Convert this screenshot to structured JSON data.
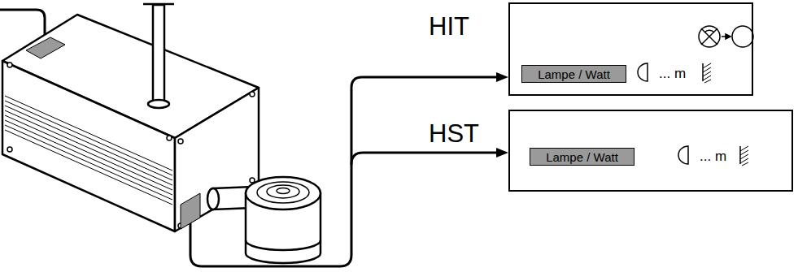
{
  "diagram": {
    "nodes": [
      {
        "text": [
          "... m"
        ]
      },
      {
        "text": [
          "Lampe / Watt"
        ],
        "in": 0
      },
      {
        "text": [
          "... m"
        ]
      },
      {
        "text": [
          "Lampe / Watt"
        ],
        "in": 2
      }
    ],
    "labels": [
      "HIT",
      "HST"
    ]
  }
}
